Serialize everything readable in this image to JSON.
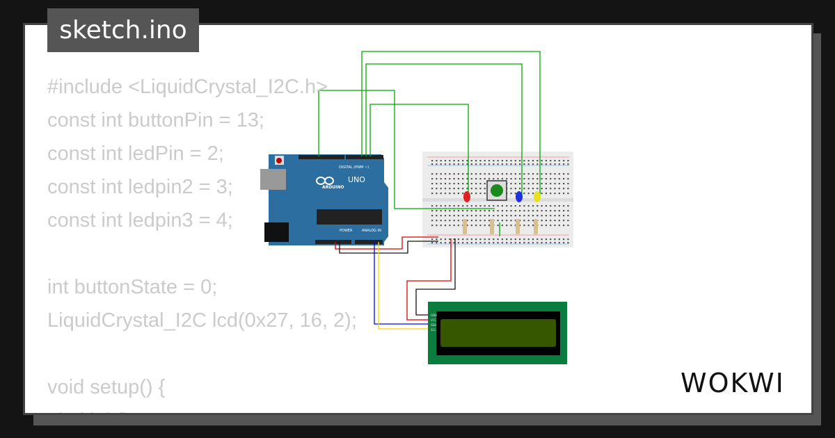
{
  "file_tab": {
    "title": "sketch.ino"
  },
  "code_lines": [
    "#include <LiquidCrystal_I2C.h>",
    "const int buttonPin = 13;",
    "const int ledPin = 2;",
    "const int ledpin2 = 3;",
    "const int ledpin3 = 4;",
    "",
    "int buttonState = 0;",
    "LiquidCrystal_I2C lcd(0x27, 16, 2);",
    "",
    "void setup() {",
    "  lcd.init();"
  ],
  "arduino": {
    "model": "UNO",
    "brand": "ARDUINO",
    "digital_label": "DIGITAL (PWM ~)",
    "power_label": "POWER",
    "analog_label": "ANALOG IN"
  },
  "lcd": {
    "pins": [
      "GND",
      "VCC",
      "SDA",
      "SCL"
    ]
  },
  "leds": [
    {
      "color": "#e02020"
    },
    {
      "color": "#2030e0"
    },
    {
      "color": "#e8e020"
    }
  ],
  "logo": {
    "text": "WOKWI"
  },
  "colors": {
    "background": "#141414",
    "code_text": "#cfcfcf",
    "tab_bg": "#555555",
    "board": "#2c6ea0",
    "lcd_pcb": "#0a7d3e",
    "lcd_screen": "#365600"
  }
}
